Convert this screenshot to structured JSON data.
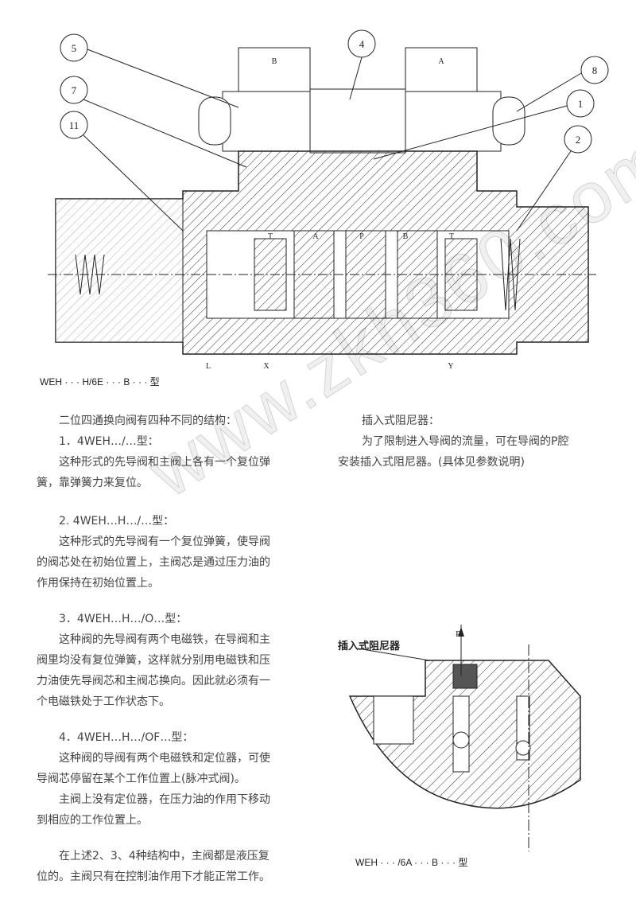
{
  "top_drawing": {
    "callouts": [
      "5",
      "4",
      "8",
      "7",
      "1",
      "11",
      "2"
    ],
    "solenoid_labels": [
      "B",
      "A"
    ],
    "port_labels": [
      "T",
      "A",
      "P",
      "B",
      "T"
    ],
    "bottom_labels": [
      "L",
      "X",
      "Y"
    ],
    "caption": "WEH · · · H/6E · · · B · · · 型"
  },
  "left_text": {
    "intro": "二位四通换向阀有四种不同的结构：",
    "s1_title": "1．4WEH…/…型：",
    "s1_l1": "这种形式的先导阀和主阀上各有一个复位弹",
    "s1_l2": "簧，靠弹簧力来复位。",
    "s2_title": "2.  4WEH…H…/…型：",
    "s2_l1": "这种形式的先导阀有一个复位弹簧，使导阀",
    "s2_l2": "的阀芯处在初始位置上，主阀芯是通过压力油的",
    "s2_l3": "作用保持在初始位置上。",
    "s3_title": "3．4WEH…H…/O…型：",
    "s3_l1": "这种阀的先导阀有两个电磁铁，在导阀和主",
    "s3_l2": "阀里均没有复位弹簧，这样就分别用电磁铁和压",
    "s3_l3": "力油使先导阀芯和主阀芯换向。因此就必须有一",
    "s3_l4": "个电磁铁处于工作状态下。",
    "s4_title": "4．4WEH…H…/OF…型：",
    "s4_l1": "这种阀的导阀有两个电磁铁和定位器，可使",
    "s4_l2": "导阀芯停留在某个工作位置上(脉冲式阀)。",
    "s4_l3": "主阀上没有定位器，在压力油的作用下移动",
    "s4_l4": "到相应的工作位置上。",
    "end_l1": "在上述2、3、4种结构中，主阀都是液压复",
    "end_l2": "位的。主阀只有在控制油作用下才能正常工作。"
  },
  "right_text": {
    "title": "插入式阻尼器：",
    "l1": "为了限制进入导阀的流量，可在导阀的P腔",
    "l2": "安装插入式阻尼器。(具体见参数说明)"
  },
  "bottom_drawing": {
    "label": "插入式阻尼器",
    "port_p": "P",
    "caption": "WEH · · · /6A · · · B · · · 型"
  },
  "watermark": "www.zkh360.com"
}
